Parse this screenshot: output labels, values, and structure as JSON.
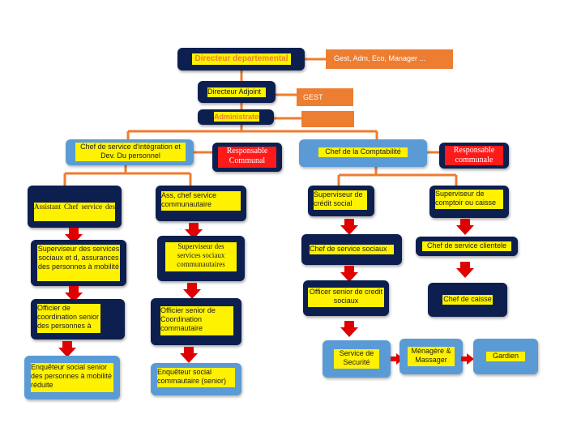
{
  "top": {
    "director": "Directeur departemental",
    "director_side": "Gest, Adm, Eco, Manager ...",
    "adjoint": "Directeur Adjoint",
    "adjoint_side": "GEST",
    "admin": "Administrateur"
  },
  "left": {
    "chief": "Chef de service d'intégration et Dev. Du personnel",
    "responsable": "Responsable Communal",
    "col1": {
      "assistant": "Assistant Chef service des",
      "superviseur": "Superviseur des services sociaux et d, assurances des personnes à mobilité",
      "officier": "Officier de coordination senior des personnes à",
      "enqueteur": "Enquêteur social senior des personnes à mobilité réduite"
    },
    "col2": {
      "ass": "Ass, chef service communautaire",
      "superviseur": "Superviseur des services sociaux communautaires",
      "officier": "Officier senior de Coordination commautaire",
      "enqueteur": "Enquêteur social commautaire (senior)"
    }
  },
  "right": {
    "chief": "Chef de la Comptabilité",
    "responsable": "Responsable communale",
    "col1": {
      "superviseur": "Superviseur de crédit social",
      "chef": "Chef de service sociaux",
      "officier": "Officer senior de credit sociaux",
      "securite": "Service de Securité",
      "menagere": "Ménagère & Massager",
      "gardien": "Gardien"
    },
    "col2": {
      "superviseur": "Superviseur de comptoir ou caisse",
      "chef": "Chef de service clientele",
      "caisse": "Chef de caisse"
    }
  },
  "colors": {
    "navy": "#0d1f4f",
    "light_blue": "#5b9bd5",
    "orange": "#ed7d31",
    "yellow": "#fff200",
    "red": "#e00000"
  }
}
